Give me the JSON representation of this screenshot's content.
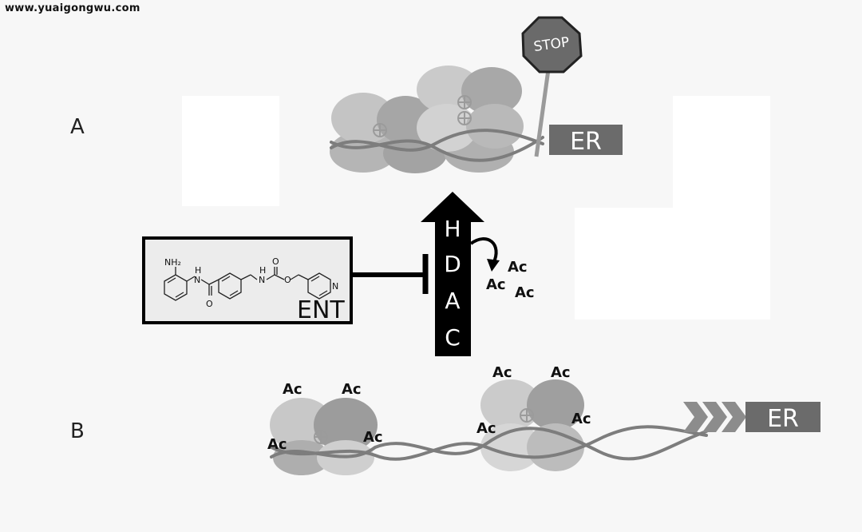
{
  "watermark": "www.yuaigongwu.com",
  "panels": {
    "a_label": "A",
    "b_label": "B"
  },
  "stop_sign": {
    "text": "STOP"
  },
  "gene": {
    "er_label_a": "ER",
    "er_label_b": "ER"
  },
  "hdac": {
    "letters": [
      "H",
      "D",
      "A",
      "C"
    ]
  },
  "acetyl": {
    "released": [
      "Ac",
      "Ac",
      "Ac"
    ],
    "panel_b": [
      "Ac",
      "Ac",
      "Ac",
      "Ac",
      "Ac",
      "Ac",
      "Ac",
      "Ac"
    ]
  },
  "drug": {
    "name": "ENT",
    "atoms": {
      "nh2": "NH₂",
      "nh_amide": "H",
      "n_amide": "N",
      "o_amide": "O",
      "nh_carbamate": "H",
      "n_carbamate": "N",
      "o_carbonyl": "O",
      "o_ester": "O",
      "n_pyridine": "N"
    }
  },
  "colors": {
    "background": "#f7f7f7",
    "hdac_arrow": "#000000",
    "er_box": "#6b6b6b",
    "histone_light": "#c9c9c9",
    "histone_dark": "#9a9a9a",
    "dna": "#808080"
  }
}
